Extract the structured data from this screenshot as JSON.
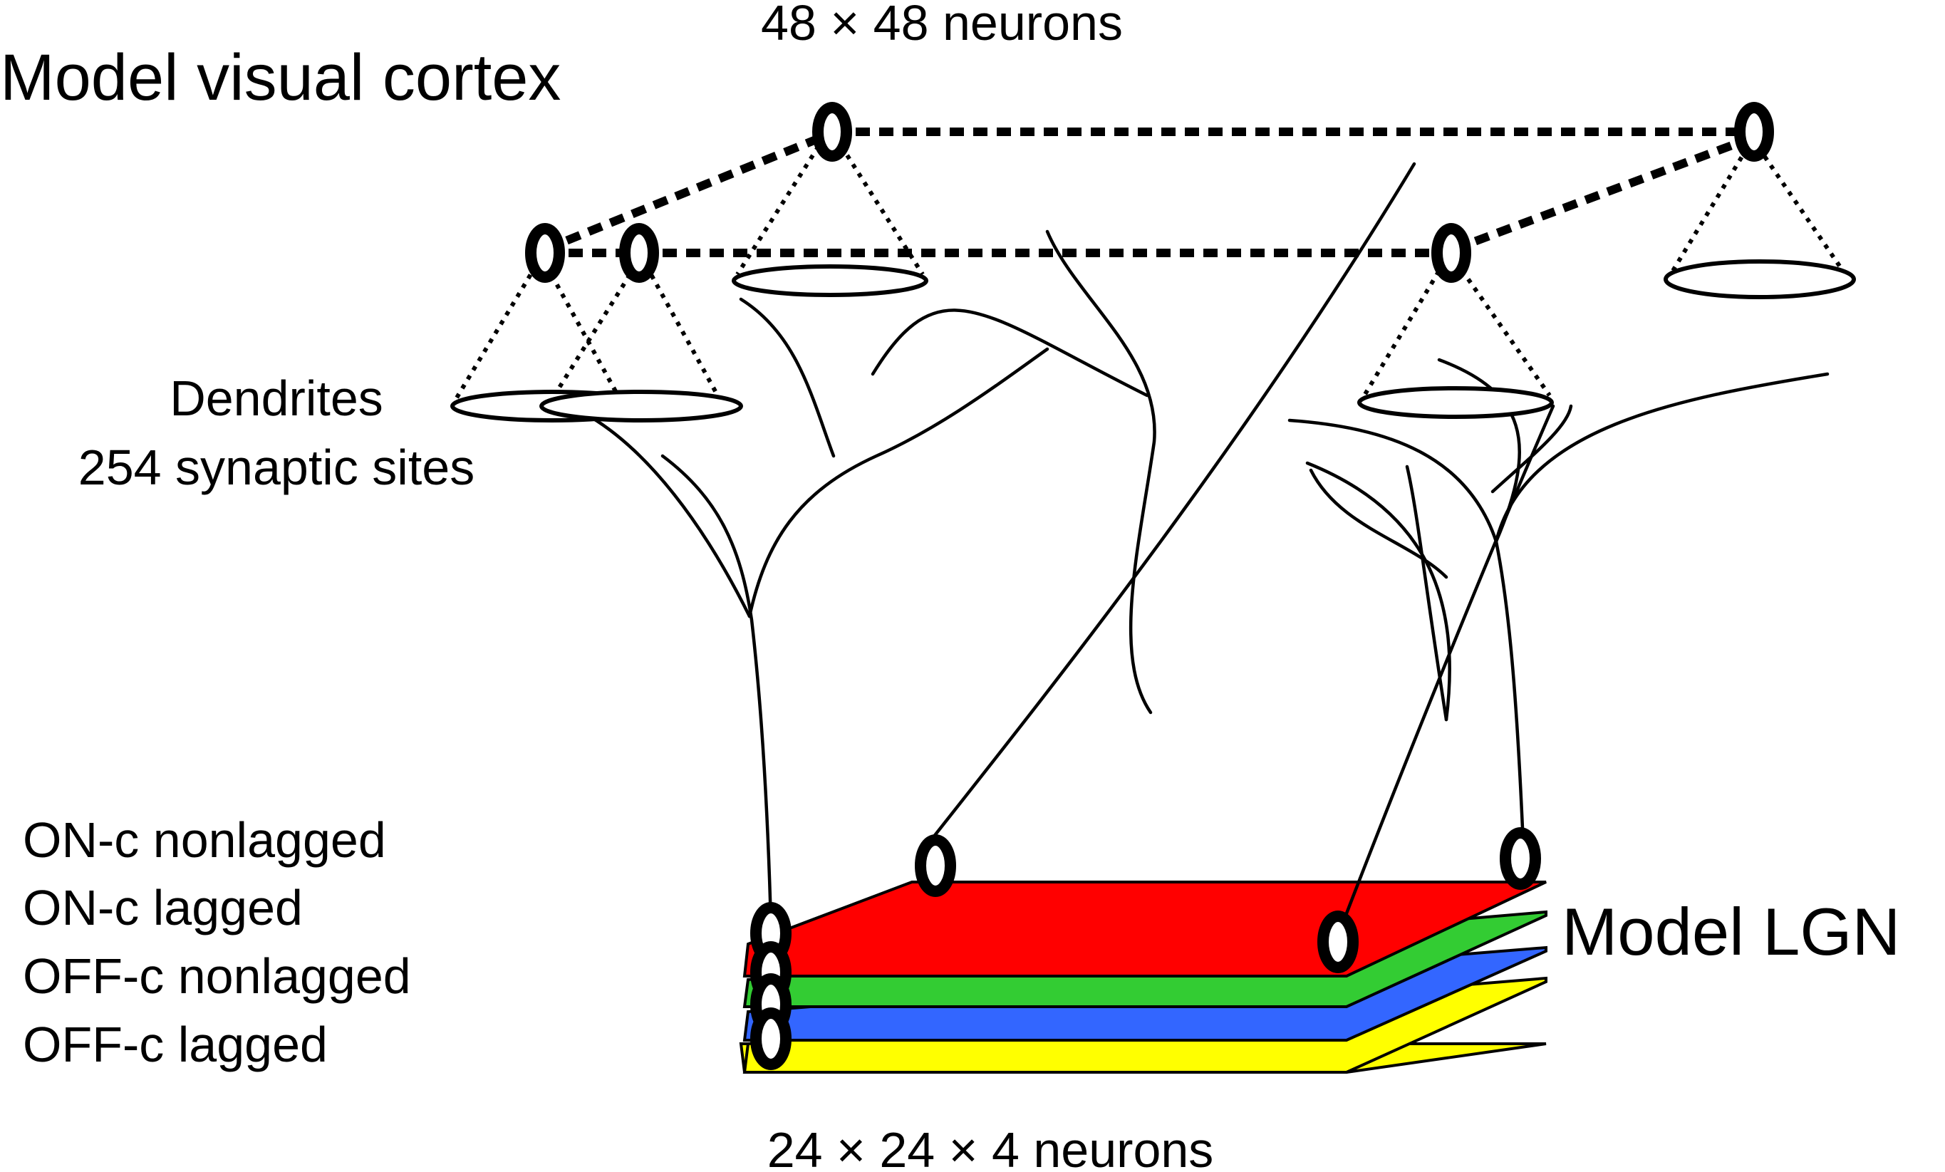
{
  "labels": {
    "cortex_title": "Model visual cortex",
    "cortex_size": "48 × 48 neurons",
    "dendrites": "Dendrites",
    "synaptic_sites": "254 synaptic sites",
    "lgn_title": "Model LGN",
    "lgn_size": "24 × 24 × 4 neurons"
  },
  "lgn_layers": [
    {
      "name": "ON-c nonlagged",
      "color": "#ff0000"
    },
    {
      "name": "ON-c lagged",
      "color": "#33cc33"
    },
    {
      "name": "OFF-c nonlagged",
      "color": "#3366ff"
    },
    {
      "name": "OFF-c lagged",
      "color": "#ffff00"
    }
  ]
}
